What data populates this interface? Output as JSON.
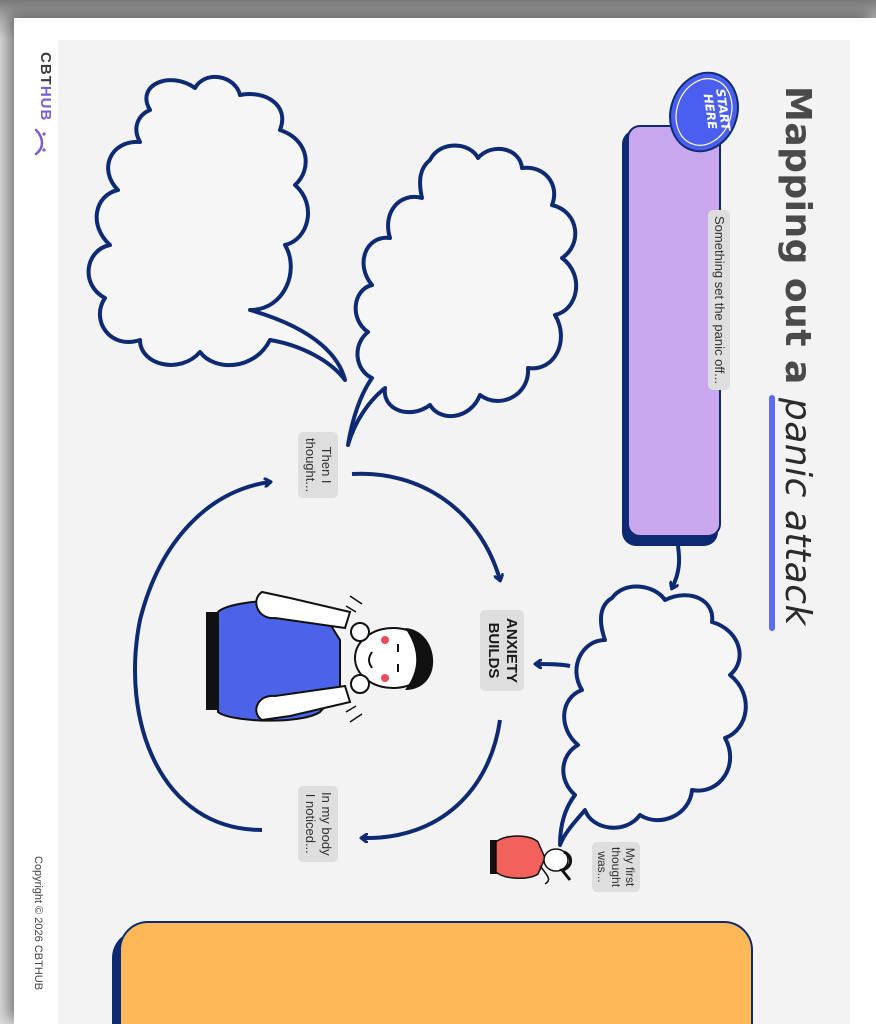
{
  "title": {
    "prefix": "Mapping out a",
    "accent": "panic attack"
  },
  "badge": {
    "line1": "START",
    "line2": "HERE"
  },
  "labels": {
    "trigger": "Something set the panic off...",
    "anxiety_line1": "ANXIETY",
    "anxiety_line2": "BUILDS",
    "thought_line1": "Then I",
    "thought_line2": "thought...",
    "body_line1": "In my body",
    "body_line2": "I noticed...",
    "first_line1": "My first",
    "first_line2": "thought",
    "first_line3": "was..."
  },
  "footer": {
    "logo_prefix": "CBT",
    "logo_accent": "HUB",
    "copyright": "Copyright © 2026 CBTHUB"
  },
  "colors": {
    "navy": "#0d2a73",
    "lavender": "#c9a7ef",
    "orange": "#fdb957",
    "badge_blue": "#4a5ff0",
    "shirt_blue": "#4b63e8",
    "girl_red": "#f0625b",
    "underline": "#5b6cf2"
  }
}
